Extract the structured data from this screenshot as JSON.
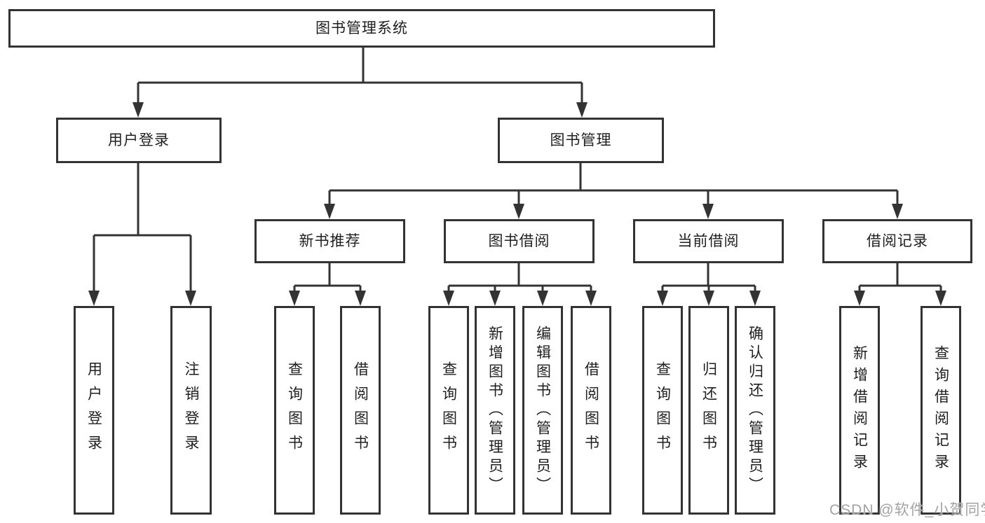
{
  "diagram": {
    "title": "图书管理系统",
    "type": "hierarchy-tree"
  },
  "nodes": {
    "root": {
      "label": "图书管理系统"
    },
    "user_login": {
      "label": "用户登录"
    },
    "book_mgmt": {
      "label": "图书管理"
    },
    "new_book_rec": {
      "label": "新书推荐"
    },
    "book_borrow": {
      "label": "图书借阅"
    },
    "current_borrow": {
      "label": "当前借阅"
    },
    "borrow_record": {
      "label": "借阅记录"
    },
    "leaf_user_login": {
      "label": "用户登录"
    },
    "leaf_logout": {
      "label": "注销登录"
    },
    "leaf_query_book_1": {
      "label": "查询图书"
    },
    "leaf_borrow_book_1": {
      "label": "借阅图书"
    },
    "leaf_query_book_2": {
      "label": "查询图书"
    },
    "leaf_add_book": {
      "label": "新增图书（管理员）"
    },
    "leaf_edit_book": {
      "label": "编辑图书（管理员）"
    },
    "leaf_borrow_book_2": {
      "label": "借阅图书"
    },
    "leaf_query_book_3": {
      "label": "查询图书"
    },
    "leaf_return_book": {
      "label": "归还图书"
    },
    "leaf_confirm_return": {
      "label": "确认归还（管理员）"
    },
    "leaf_add_record": {
      "label": "新增借阅记录"
    },
    "leaf_query_record": {
      "label": "查询借阅记录"
    }
  },
  "edges": [
    {
      "from": "root",
      "to": "user_login"
    },
    {
      "from": "root",
      "to": "book_mgmt"
    },
    {
      "from": "user_login",
      "to": "leaf_user_login"
    },
    {
      "from": "user_login",
      "to": "leaf_logout"
    },
    {
      "from": "book_mgmt",
      "to": "new_book_rec"
    },
    {
      "from": "book_mgmt",
      "to": "book_borrow"
    },
    {
      "from": "book_mgmt",
      "to": "current_borrow"
    },
    {
      "from": "book_mgmt",
      "to": "borrow_record"
    },
    {
      "from": "new_book_rec",
      "to": "leaf_query_book_1"
    },
    {
      "from": "new_book_rec",
      "to": "leaf_borrow_book_1"
    },
    {
      "from": "book_borrow",
      "to": "leaf_query_book_2"
    },
    {
      "from": "book_borrow",
      "to": "leaf_add_book"
    },
    {
      "from": "book_borrow",
      "to": "leaf_edit_book"
    },
    {
      "from": "book_borrow",
      "to": "leaf_borrow_book_2"
    },
    {
      "from": "current_borrow",
      "to": "leaf_query_book_3"
    },
    {
      "from": "current_borrow",
      "to": "leaf_return_book"
    },
    {
      "from": "current_borrow",
      "to": "leaf_confirm_return"
    },
    {
      "from": "borrow_record",
      "to": "leaf_add_record"
    },
    {
      "from": "borrow_record",
      "to": "leaf_query_record"
    }
  ],
  "watermark": {
    "text": "CSDN @软件_小贺同学"
  },
  "colors": {
    "line": "#333333",
    "box_border": "#333333",
    "box_fill": "#ffffff",
    "text": "#1f1f1f",
    "watermark": "#a3a3a3",
    "background": "#ffffff"
  }
}
